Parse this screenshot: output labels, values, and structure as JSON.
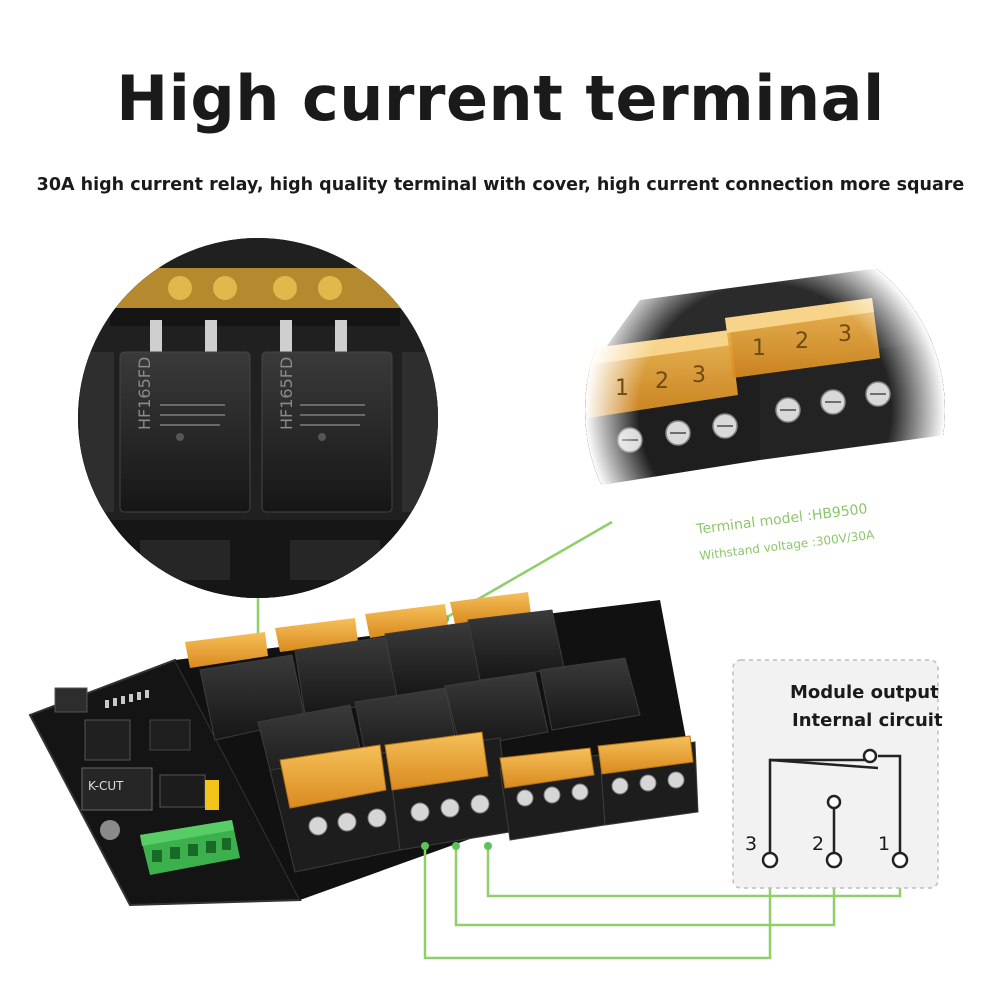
{
  "header": {
    "title": "High current terminal",
    "subtitle": "30A high current relay, high quality terminal with cover, high current connection more square"
  },
  "relay_closeup": {
    "relay_label_1": "HF165FD",
    "relay_label_2": "HF165FD"
  },
  "terminal_closeup": {
    "cover_numbers": [
      "1",
      "2",
      "3"
    ],
    "model_text": "Terminal model :HB9500",
    "voltage_text": "Withstand voltage :300V/30A"
  },
  "board": {
    "chip_label": "K-CUT"
  },
  "circuit_diagram": {
    "heading_line1": "Module output",
    "heading_line2": "Internal circuit",
    "pin_3": "3",
    "pin_2": "2",
    "pin_1": "1"
  },
  "colors": {
    "accent_green": "#7dc35b",
    "terminal_orange": "#e9a233",
    "board_black": "#1c1c1c"
  }
}
